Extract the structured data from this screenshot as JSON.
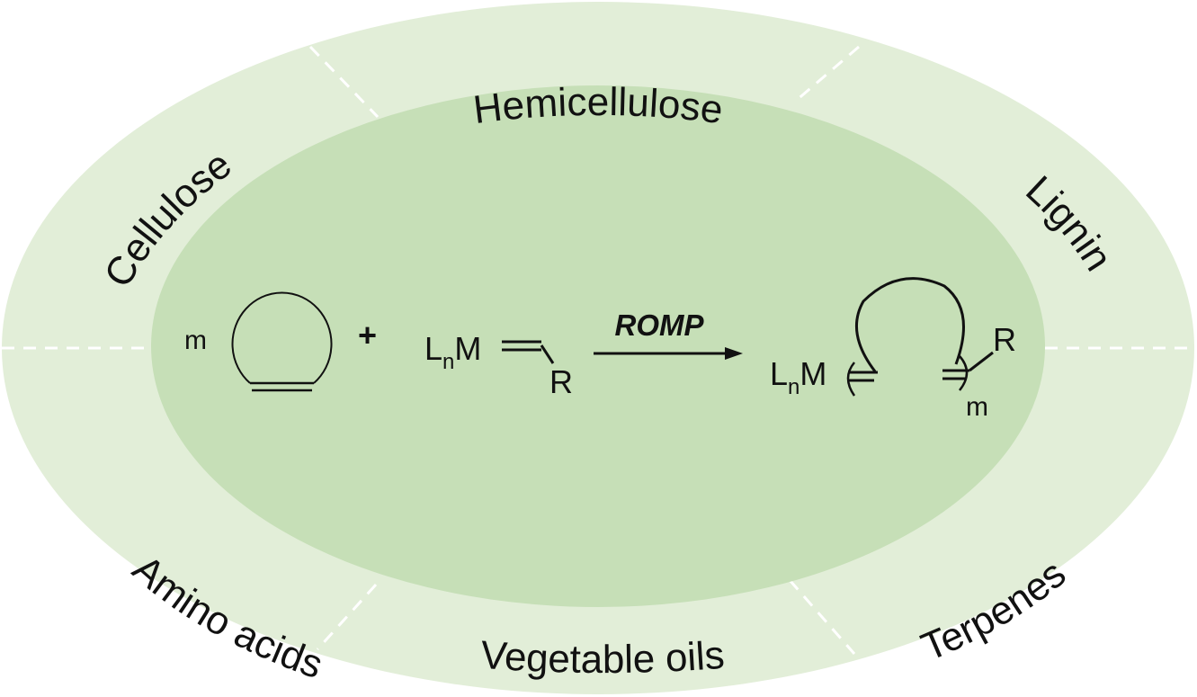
{
  "colors": {
    "outer_ring": "#e2eed8",
    "inner_ellipse": "#c6dfb7",
    "divider": "#ffffff",
    "ink": "#111111"
  },
  "ring_labels": [
    "Hemicellulose",
    "Lignin",
    "Terpenes",
    "Vegetable oils",
    "Amino acids",
    "Cellulose"
  ],
  "reaction": {
    "monomer_coefficient": "m",
    "plus": "+",
    "catalyst": {
      "ligand": "L",
      "ligand_sub": "n",
      "metal": "M",
      "substituent": "R"
    },
    "arrow_label": "ROMP",
    "product": {
      "ligand": "L",
      "ligand_sub": "n",
      "metal": "M",
      "substituent": "R",
      "repeat": "m"
    }
  }
}
